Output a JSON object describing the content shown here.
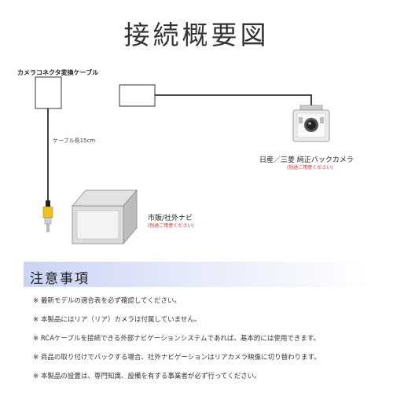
{
  "title": "接続概要図",
  "diagram": {
    "cable_label": "カメラコネクタ変換ケーブル",
    "cable_length": "ケーブル長15cm",
    "camera_name": "日産／三菱 純正バックカメラ",
    "camera_note": "(別途ご用意ください)",
    "navi_name": "市販/社外ナビ",
    "navi_note": "(別途ご用意ください)"
  },
  "notice": {
    "heading": "注意事項",
    "items": [
      "※ 最新モデルの適合表を必ず確認してください。",
      "※ 本製品にはリア（リア）カメラは付属していません。",
      "※ RCAケーブルを接続できる外部ナビゲーションシステムであれば、基本的には使用できます。",
      "※ 商品の取り付けでバックする場合、社外ナビゲーションはリアカメラ映像に切り替わります。",
      "※ 本製品の設置は、専門知識、設備を有する事業者が必ず行ってください。"
    ]
  },
  "colors": {
    "wire": "#111111",
    "rca_plug": "#f0c020",
    "note_red": "#dd2222",
    "banner": "#c9d3f3"
  }
}
